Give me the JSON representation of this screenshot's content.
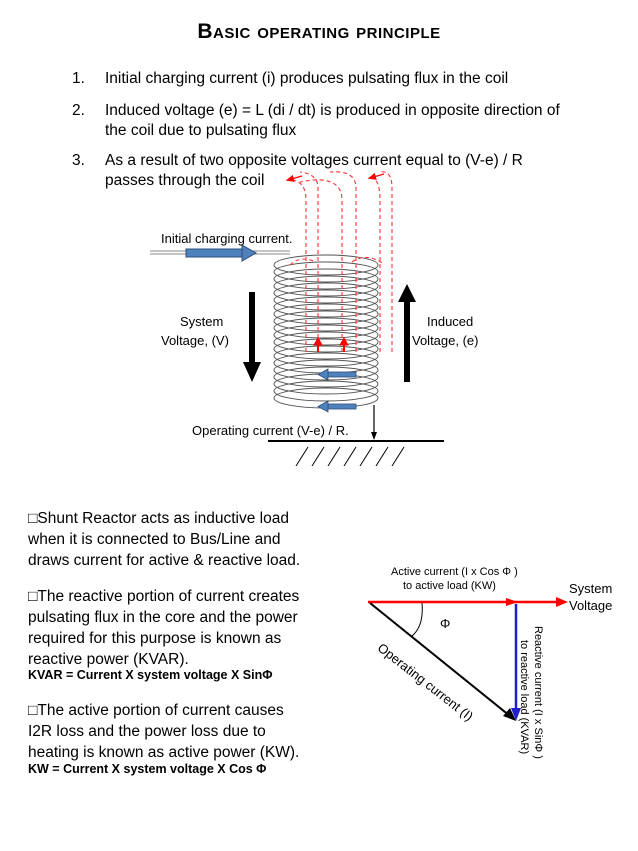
{
  "title": "Basic operating principle",
  "steps": [
    {
      "num": "1.",
      "text": "Initial charging current (i) produces pulsating flux in the coil"
    },
    {
      "num": "2.",
      "text_line1": "Induced voltage (e) = L (di / dt) is produced in opposite direction of",
      "text_line2": "the coil due to pulsating flux"
    },
    {
      "num": "3.",
      "text_line1": "As a result of two opposite voltages current  equal to (V-e) / R",
      "text_line2": "passes through the coil"
    }
  ],
  "coil_diagram": {
    "initial_current_label": "Initial charging current.",
    "system_voltage_line1": "System",
    "system_voltage_line2": "Voltage, (V)",
    "induced_voltage_line1": "Induced",
    "induced_voltage_line2": "Voltage, (e)",
    "operating_current_label": "Operating current (V-e) / R."
  },
  "paragraphs": {
    "p1": [
      "Shunt Reactor acts as inductive load",
      "when it is connected to Bus/Line and",
      "draws current  for active & reactive load."
    ],
    "p2": [
      "The reactive portion of current creates",
      "pulsating flux in the core and the  power",
      "required for this purpose is known as",
      "reactive power (KVAR)."
    ],
    "p2_formula": "KVAR = Current X system voltage X SinΦ",
    "p3": [
      "The active portion of current causes",
      "I2R loss and the power loss due to",
      "heating is known as active power (KW)."
    ],
    "p3_formula": "KW = Current X system voltage X Cos Φ"
  },
  "phasor": {
    "active_line1": "Active current (I x Cos Φ )",
    "active_line2": "to active load (KW)",
    "system_line1": "System",
    "system_line2": "Voltage",
    "phi": "Φ",
    "operating": "Operating current (I)",
    "reactive_line1": "Reactive current (I x SinΦ )",
    "reactive_line2": "to reactive load (KVAR)"
  },
  "colors": {
    "red": "#ff0000",
    "blue": "#1f1fd0",
    "arrow_blue": "#4f81bd",
    "flux_red": "#ff3333"
  }
}
